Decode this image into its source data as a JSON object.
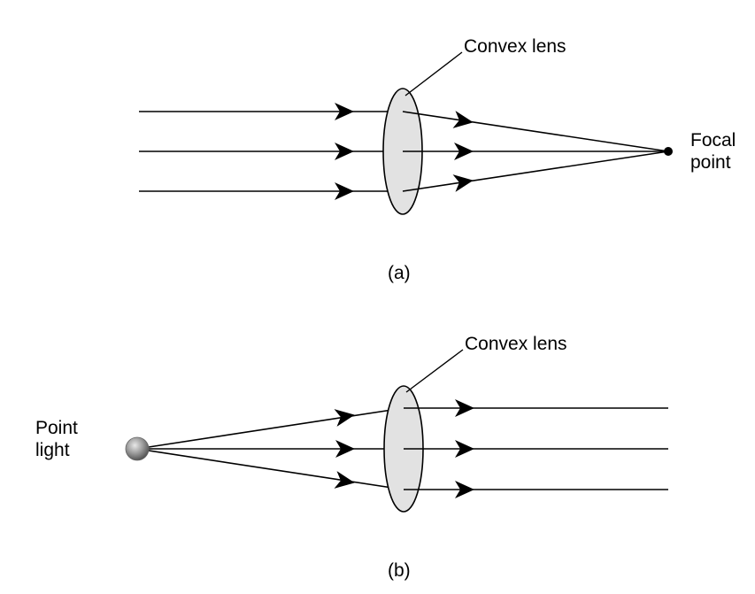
{
  "panel_a": {
    "lens_label": "Convex lens",
    "focal_label_line1": "Focal",
    "focal_label_line2": "point",
    "caption": "(a)"
  },
  "panel_b": {
    "lens_label": "Convex lens",
    "source_label_line1": "Point",
    "source_label_line2": "light",
    "caption": "(b)"
  },
  "colors": {
    "ray": "#000000",
    "lens_fill": "#e2e2e2",
    "lens_stroke": "#000000",
    "light_source": "#8a8a8a"
  }
}
